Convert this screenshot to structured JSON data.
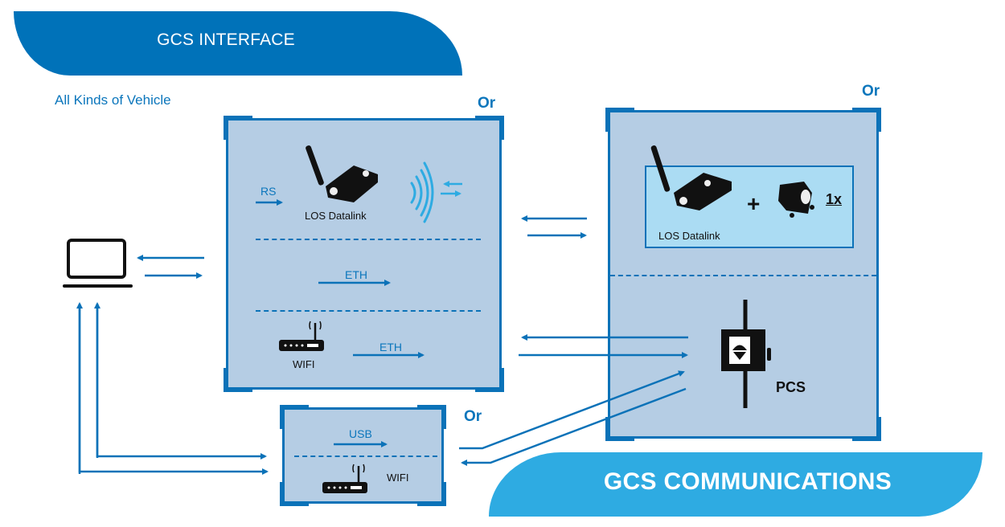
{
  "header": {
    "title": "GCS INTERFACE",
    "subtitle": "All Kinds of Vehicle"
  },
  "footer": {
    "title": "GCS COMMUNICATIONS"
  },
  "colors": {
    "dark_blue": "#0072B9",
    "light_blue": "#2EABE2",
    "box_fill": "#B5CDE4",
    "inner_fill": "#ABDCF3"
  },
  "or_labels": [
    "Or",
    "Or",
    "Or"
  ],
  "interface_box": {
    "rows": [
      {
        "link": "RS",
        "device": "LOS Datalink",
        "icon": "los-datalink-icon"
      },
      {
        "link": "ETH"
      },
      {
        "link": "ETH",
        "device": "WIFI",
        "icon": "wifi-router-icon"
      }
    ]
  },
  "comms_box": {
    "top": {
      "device": "LOS Datalink",
      "plus": "+",
      "count": "1x"
    },
    "bottom": {
      "device": "PCS"
    }
  },
  "usb_box": {
    "rows": [
      {
        "link": "USB"
      },
      {
        "device": "WIFI"
      }
    ]
  },
  "laptop": {
    "icon": "laptop-icon"
  }
}
